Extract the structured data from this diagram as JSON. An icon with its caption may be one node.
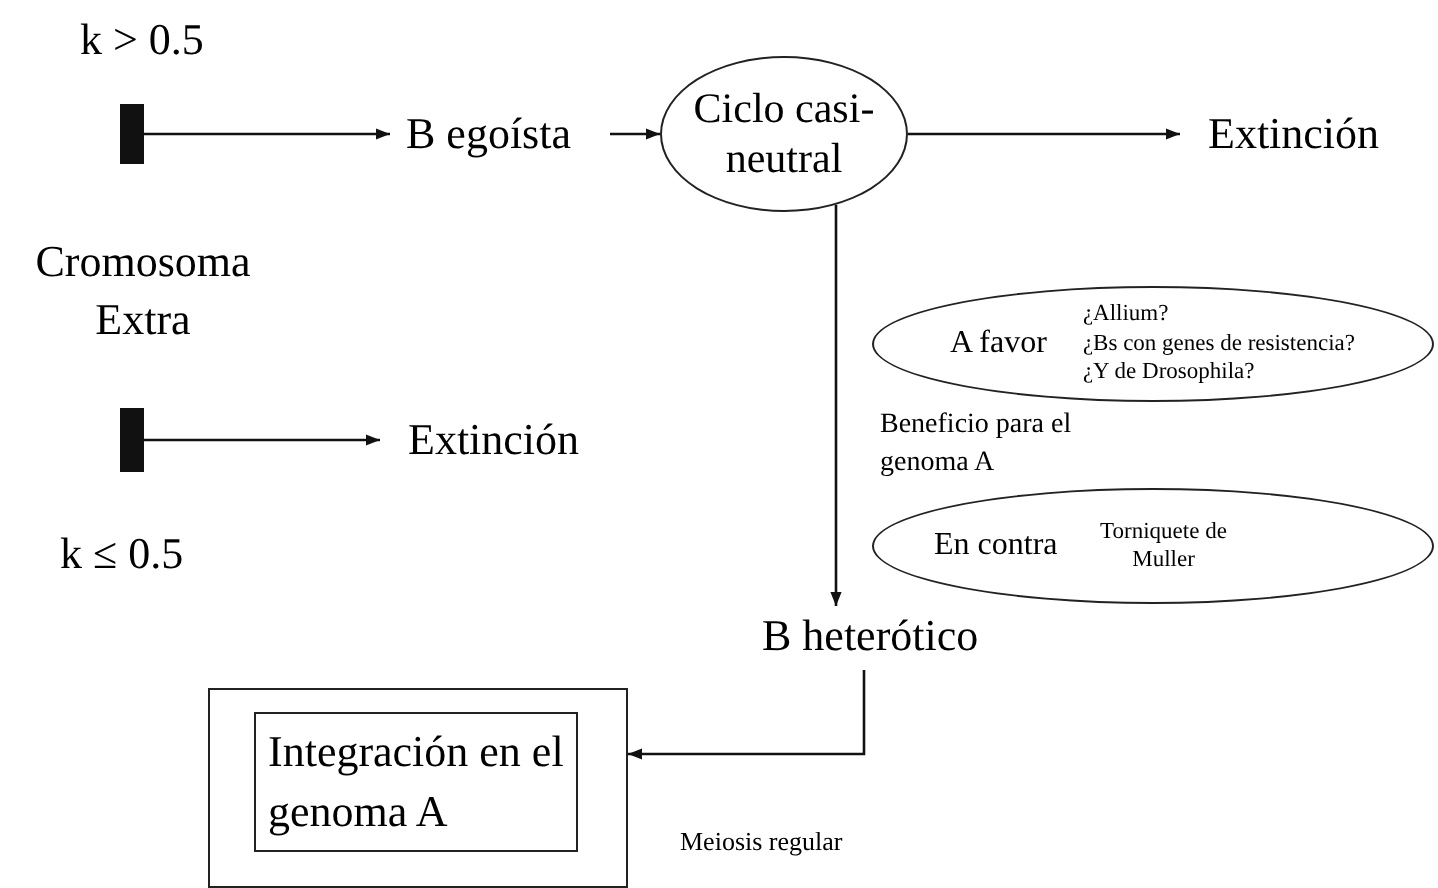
{
  "diagram": {
    "nodes": [
      {
        "text": [],
        "shape": "bar"
      },
      {
        "text": [
          "B egoísta"
        ]
      },
      {
        "text": [
          "Ciclo casi-neutral"
        ]
      },
      {
        "text": [
          "Extinción"
        ]
      },
      {
        "text": [],
        "shape": "bar"
      },
      {
        "text": [
          "Extinción"
        ]
      },
      {
        "text": [
          "B heterótico"
        ]
      },
      {
        "text": [],
        "shape": "box"
      },
      {
        "text": [
          "Integración en el genoma A"
        ],
        "in": 7
      },
      {
        "text": [
          "A favor",
          "¿Allium?",
          "¿Bs con genes de resistencia?",
          "¿Y de Drosophila?"
        ]
      },
      {
        "text": [
          "En contra",
          "Torniquete de Muller"
        ]
      }
    ],
    "edges": [
      {
        "from": 0,
        "to": 1,
        "arrow": "to"
      },
      {
        "from": 1,
        "to": 2,
        "arrow": "to"
      },
      {
        "from": 2,
        "to": 3,
        "arrow": "to"
      },
      {
        "from": 4,
        "to": 5,
        "arrow": "to"
      },
      {
        "from": 2,
        "to": 6,
        "arrow": "to",
        "label": "Beneficio para el genoma A"
      },
      {
        "from": 6,
        "to": 7,
        "arrow": "to",
        "label": "Meiosis regular"
      }
    ],
    "labels": [
      "k > 0.5",
      "Cromosoma Extra",
      "k ≤ 0.5"
    ]
  }
}
